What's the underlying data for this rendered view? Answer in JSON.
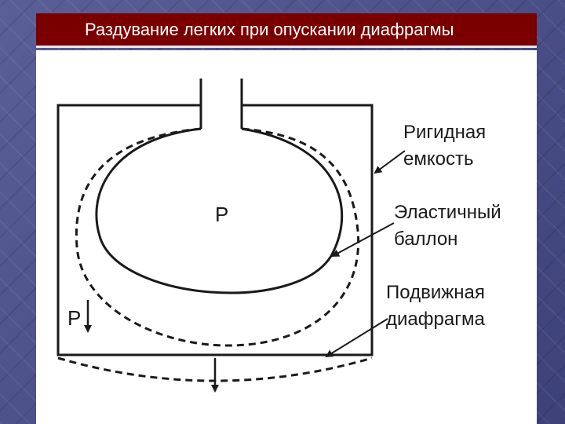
{
  "slide": {
    "title": "Раздувание легких при опускании диафрагмы"
  },
  "diagram": {
    "labels": {
      "rigid_container": [
        "Ригидная",
        "емкость"
      ],
      "elastic_balloon": [
        "Эластичный",
        "баллон"
      ],
      "movable_diaphragm": [
        "Подвижная",
        "диафрагма"
      ],
      "inner_pressure": "P",
      "outer_pressure": "P"
    },
    "colors": {
      "title_bg": "#7a0000",
      "stroke": "#1a1a1a"
    }
  }
}
